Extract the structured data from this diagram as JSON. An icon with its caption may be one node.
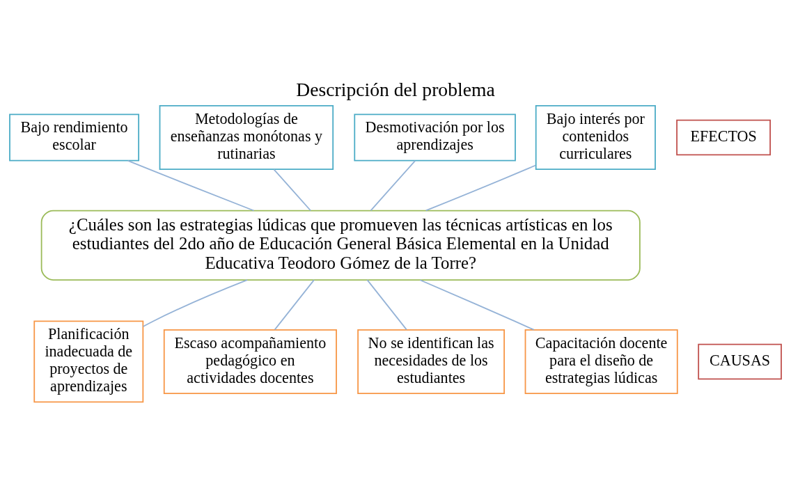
{
  "diagram": {
    "title": "Descripción del problema",
    "nodes": [
      {
        "text": [
          "Bajo rendimiento escolar"
        ]
      },
      {
        "text": [
          "Metodologías de enseñanzas monótonas y rutinarias"
        ]
      },
      {
        "text": [
          "Desmotivación por los aprendizajes"
        ]
      },
      {
        "text": [
          "Bajo interés por contenidos curriculares"
        ]
      },
      {
        "text": [
          "EFECTOS"
        ]
      },
      {
        "text": [
          "¿Cuáles son las estrategias lúdicas que promueven las técnicas artísticas en los estudiantes del 2do año de Educación General Básica Elemental en la Unidad Educativa Teodoro Gómez de la Torre?"
        ]
      },
      {
        "text": [
          "CAUSAS"
        ]
      },
      {
        "text": [
          "Planificación inadecuada de proyectos de aprendizajes"
        ]
      },
      {
        "text": [
          "Escaso acompañamiento pedagógico en actividades docentes"
        ]
      },
      {
        "text": [
          "No se identifican las necesidades de los estudiantes"
        ]
      },
      {
        "text": [
          "Capacitación docente para el diseño de estrategias lúdicas"
        ]
      }
    ],
    "edges": [
      {
        "from": 2,
        "to": 5,
        "arrow": "none"
      },
      {
        "from": 0,
        "to": 5,
        "arrow": "none"
      },
      {
        "from": 1,
        "to": 5,
        "arrow": "none"
      },
      {
        "from": 3,
        "to": 5,
        "arrow": "none"
      },
      {
        "from": 5,
        "to": 7,
        "arrow": "none"
      },
      {
        "from": 5,
        "to": 9,
        "arrow": "none"
      },
      {
        "from": 5,
        "to": 10,
        "arrow": "none"
      },
      {
        "from": 5,
        "to": 8,
        "arrow": "none"
      }
    ]
  }
}
